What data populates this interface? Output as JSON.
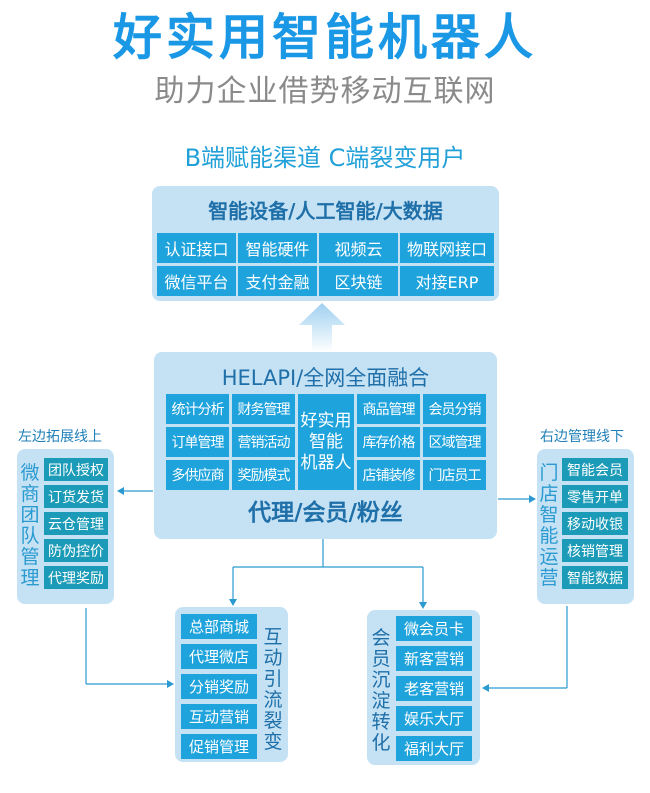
{
  "header": {
    "title": "好实用智能机器人",
    "subtitle": "助力企业借势移动互联网",
    "section_heading": "B端赋能渠道 C端裂变用户"
  },
  "top_panel": {
    "title": "智能设备/人工智能/大数据",
    "items": [
      "认证接口",
      "智能硬件",
      "视频云",
      "物联网接口",
      "微信平台",
      "支付金融",
      "区块链",
      "对接ERP"
    ]
  },
  "middle_panel": {
    "title": "HELAPI/全网全面融合",
    "left_items": [
      "统计分析",
      "财务管理",
      "订单管理",
      "营销活动",
      "多供应商",
      "奖励模式"
    ],
    "center_lines": [
      "好实用",
      "智能",
      "机器人"
    ],
    "right_items": [
      "商品管理",
      "会员分销",
      "库存价格",
      "区域管理",
      "店铺装修",
      "门店员工"
    ],
    "footer": "代理/会员/粉丝"
  },
  "left_panel": {
    "label": "左边拓展线上",
    "vertical_title": [
      "微",
      "商",
      "团",
      "队",
      "管",
      "理"
    ],
    "items": [
      "团队授权",
      "订货发货",
      "云仓管理",
      "防伪控价",
      "代理奖励"
    ]
  },
  "right_panel": {
    "label": "右边管理线下",
    "vertical_title": [
      "门",
      "店",
      "智",
      "能",
      "运",
      "营"
    ],
    "items": [
      "智能会员",
      "零售开单",
      "移动收银",
      "核销管理",
      "智能数据"
    ]
  },
  "bottom_left_panel": {
    "items": [
      "总部商城",
      "代理微店",
      "分销奖励",
      "互动营销",
      "促销管理"
    ],
    "vertical_title": [
      "互",
      "动",
      "引",
      "流",
      "裂",
      "变"
    ]
  },
  "bottom_right_panel": {
    "vertical_title": [
      "会",
      "员",
      "沉",
      "淀",
      "转",
      "化"
    ],
    "items": [
      "微会员卡",
      "新客营销",
      "老客营销",
      "娱乐大厅",
      "福利大厅"
    ]
  },
  "colors": {
    "title_blue": "#1a97e5",
    "subtitle_gray": "#8a8a8a",
    "panel_bg": "#c5e2f5",
    "tile_blue": "#1fa3dc",
    "tile_teal": "#1b9bb7",
    "heading_dark_blue": "#1f6fa8",
    "connector": "#2a9ad0"
  }
}
